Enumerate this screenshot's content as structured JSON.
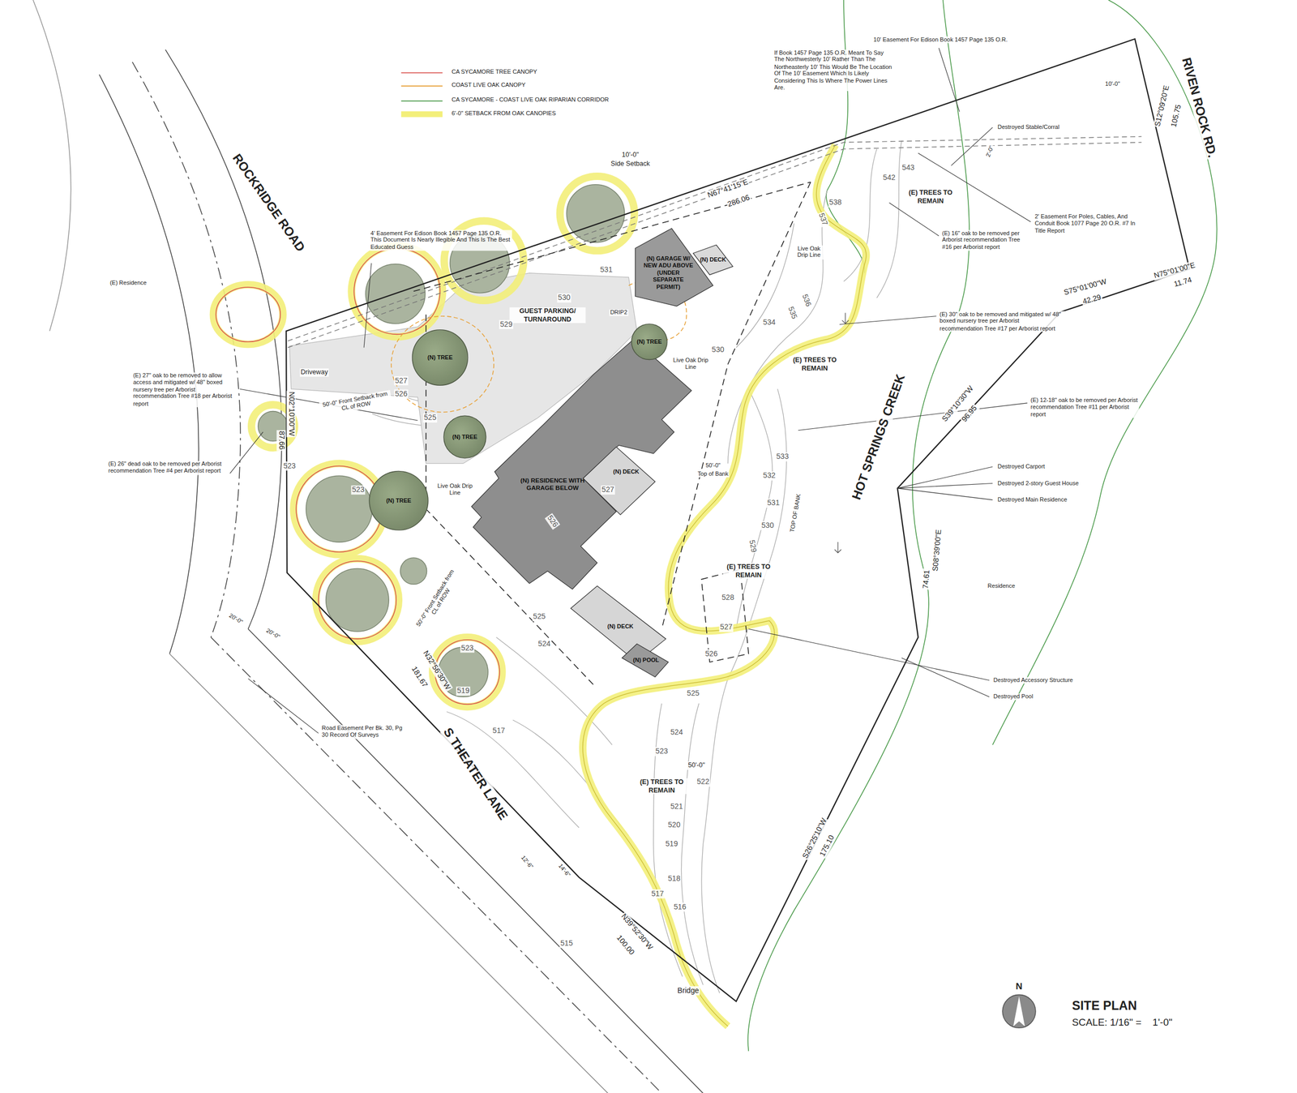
{
  "diagram": {
    "title": "SITE PLAN",
    "nodes": [
      {
        "text": [
          "(N) GARAGE W/ NEW ADU ABOVE (UNDER SEPARATE PERMIT)"
        ]
      },
      {
        "text": [
          "(N) DECK"
        ]
      },
      {
        "text": [
          "(N) RESIDENCE WITH GARAGE BELOW"
        ]
      },
      {
        "text": [
          "(N) DECK"
        ]
      },
      {
        "text": [
          "(N) DECK"
        ]
      },
      {
        "text": [
          "(N) POOL"
        ]
      },
      {
        "text": [
          "(N) TREE"
        ]
      },
      {
        "text": [
          "(N) TREE"
        ]
      },
      {
        "text": [
          "(N) TREE"
        ]
      },
      {
        "text": [
          "(N) TREE"
        ]
      }
    ],
    "labels": [
      "ROCKRIDGE ROAD",
      "RIVEN ROCK RD.",
      "HOT SPRINGS CREEK",
      "S THEATER LANE",
      "N67°41'15\"E",
      "286.06",
      "10'-0\"",
      "Side Setback",
      "10' Easement For Edison Book 1457 Page 135 O.R.",
      "If Book 1457 Page 135 O.R. Meant To Say The Northwesterly 10' Rather Than The Northeasterly 10' This Would Be The Location Of The 10' Easement Which Is Likely Considering This Is Where The Power Lines Are.",
      "Destroyed Stable/Corral",
      "S12°09'20\"E",
      "105.75",
      "10'-0\"",
      "2'-0\"",
      "(E) TREES TO REMAIN",
      "2' Easement For Poles, Cables, And Conduit Book 1077 Page 20 O.R. #7 In Title Report",
      "(E) 16\" oak to be removed per Arborist recommendation Tree #16 per Arborist report",
      "N75°01'00\"E",
      "11.74",
      "S75°01'00\"W",
      "42.29",
      "(E) 30\" oak to be removed and mitigated w/ 48\" boxed nursery tree per Arborist recommendation Tree #17 per Arborist report",
      "Live Oak Drip Line",
      "(E) TREES TO REMAIN",
      "S39°10'30\"W",
      "96.95",
      "(E) 12-18\" oak to be removed per Arborist recommendation Tree #11 per Arborist report",
      "Destroyed Carport",
      "Destroyed 2-story Guest House",
      "Destroyed Main Residence",
      "S08°39'00\"E",
      "74.61",
      "Residence",
      "Destroyed Accessory Structure",
      "Destroyed Pool",
      "50'-0\"",
      "Top of Bank",
      "TOP OF BANK",
      "(E) TREES TO REMAIN",
      "50'-0\"",
      "(E) TREES TO REMAIN",
      "S26°25'10\"W",
      "175.10",
      "Bridge",
      "N39°52'30\"W",
      "100.00",
      "N32°56'30\"W",
      "181.67",
      "Road Easement Per Bk. 30, Pg 30 Record Of Surveys",
      "20'-0\"",
      "20'-0\"",
      "(E) 26\" dead oak to be removed per Arborist recommendation Tree #4 per Arborist report",
      "(E) 27\" oak to be removed to allow access and mitigated w/ 48\" boxed nursery tree per Arborist recommendation Tree #18 per Arborist report",
      "(E) Residence",
      "4' Easement For Edison Book 1457 Page 135 O.R. This Document Is Nearly Illegible And This Is The Best Educated Guess",
      "Driveway",
      "N02°10'00\"W",
      "87.66",
      "50'-0\" Front Setback from CL of ROW",
      "50'-0\" Front Setback from CL of ROW",
      "GUEST PARKING/ TURNAROUND",
      "DRIP2",
      "Live Oak Drip Line",
      "Live Oak Drip Line",
      "12'-6\"",
      "14'-6\"",
      "SCALE: 1/16\" =    1'-0\"",
      "N",
      "531",
      "530",
      "529",
      "527",
      "526",
      "525",
      "523",
      "523",
      "524",
      "525",
      "526",
      "527",
      "523",
      "519",
      "517",
      "515",
      "537",
      "536",
      "535",
      "534",
      "533",
      "532",
      "531",
      "530",
      "529",
      "528",
      "527",
      "526",
      "525",
      "524",
      "523",
      "522",
      "521",
      "520",
      "519",
      "518",
      "517",
      "516",
      "542",
      "543",
      "538",
      "530"
    ],
    "legend": [
      {
        "text": "CA SYCAMORE TREE CANOPY"
      },
      {
        "text": "COAST LIVE OAK CANOPY"
      },
      {
        "text": "CA SYCAMORE - COAST LIVE OAK RIPARIAN CORRIDOR"
      },
      {
        "text": "6'-0\" SETBACK FROM OAK CANOPIES"
      }
    ]
  }
}
